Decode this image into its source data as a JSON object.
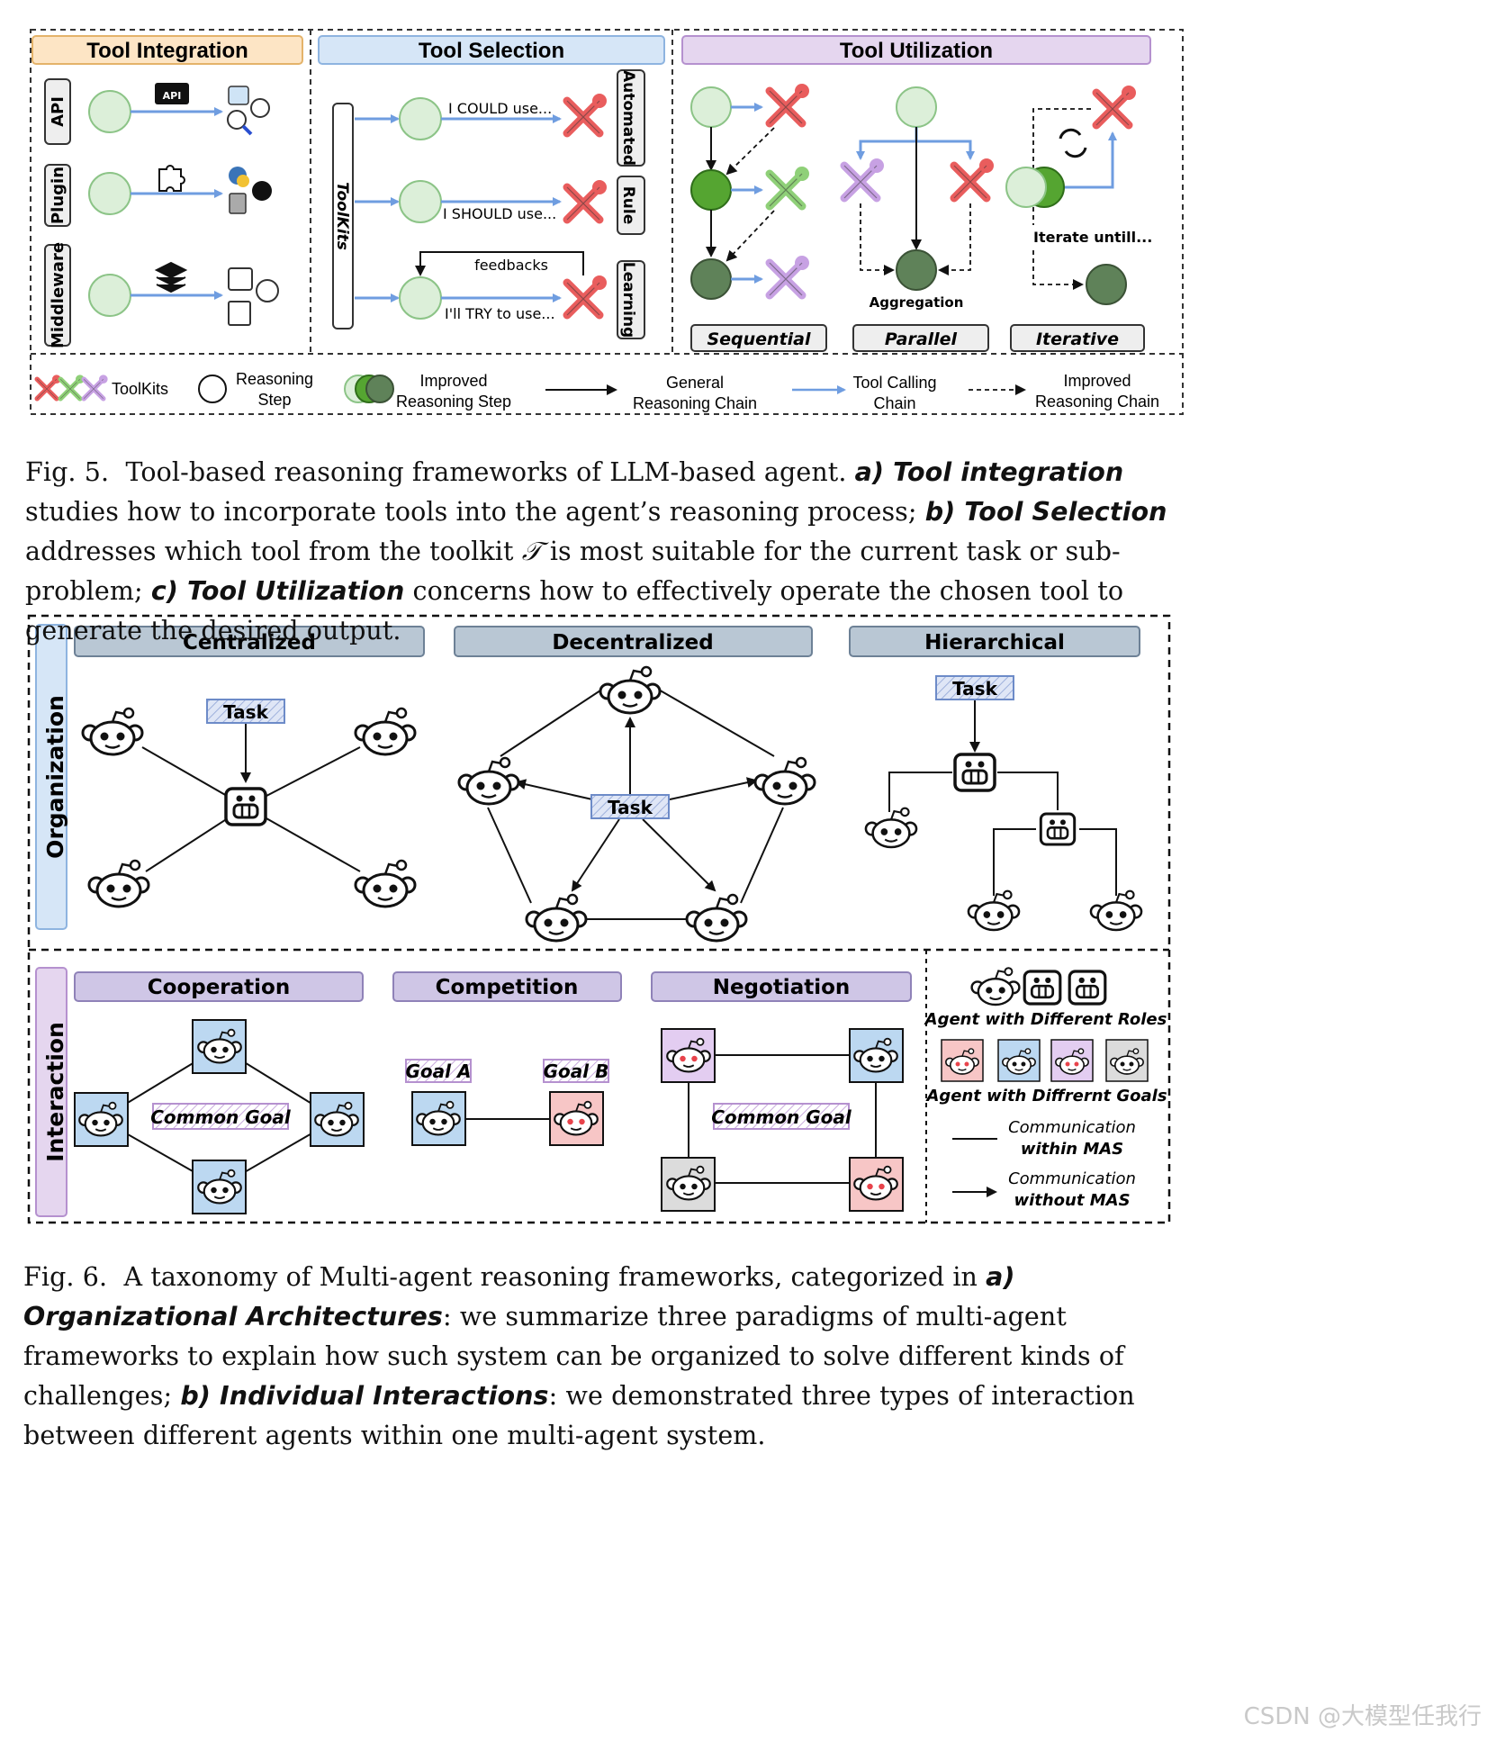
{
  "fig5": {
    "panel_titles": {
      "integration": "Tool Integration",
      "selection": "Tool Selection",
      "utilization": "Tool Utilization"
    },
    "integration_rows": [
      "API",
      "Plugin",
      "Middleware"
    ],
    "api_badge": "API",
    "toolkits_label": "ToolKits",
    "selection_texts": [
      "I COULD use...",
      "I SHOULD use...",
      "I'll TRY to use..."
    ],
    "feedbacks": "feedbacks",
    "selection_modes": [
      "Automated",
      "Rule",
      "Learning"
    ],
    "utilization_modes": [
      "Sequential",
      "Parallel",
      "Iterative"
    ],
    "aggregation": "Aggregation",
    "iterate": "Iterate untill...",
    "legend": {
      "toolkits": "ToolKits",
      "reasoning_step": [
        "Reasoning",
        "Step"
      ],
      "improved_step": [
        "Improved",
        "Reasoning Step"
      ],
      "general_chain": [
        "General",
        "Reasoning Chain"
      ],
      "tool_chain": [
        "Tool Calling",
        "Chain"
      ],
      "improved_chain": [
        "Improved",
        "Reasoning Chain"
      ]
    }
  },
  "caption5": {
    "label": "Fig. 5.",
    "intro": "Tool-based reasoning frameworks of LLM-based agent.",
    "a_tag": "a) Tool integration",
    "a_text": "studies how to incorporate tools into the agent’s reasoning process;",
    "b_tag": "b) Tool Selection",
    "b_text_1": "addresses which tool from the toolkit",
    "b_symbol": "𝒯",
    "b_text_2": "is most suitable for the current task or sub-problem;",
    "c_tag": "c) Tool Utilization",
    "c_text": "concerns how to effectively operate the chosen tool to generate the desired output."
  },
  "fig6": {
    "organization_label": "Organization",
    "interaction_label": "Interaction",
    "org_titles": [
      "Centralized",
      "Decentralized",
      "Hierarchical"
    ],
    "task": "Task",
    "int_titles": [
      "Cooperation",
      "Competition",
      "Negotiation"
    ],
    "common_goal": "Common Goal",
    "goal_a": "Goal A",
    "goal_b": "Goal B",
    "legend": {
      "roles": "Agent with Different Roles",
      "goals": "Agent with Diffrernt Goals",
      "within": [
        "Communication",
        "within MAS"
      ],
      "without": [
        "Communication",
        "without MAS"
      ]
    },
    "colors": {
      "blue": "#bcd8f1",
      "red": "#f7c6c6",
      "purple": "#e3cdf1",
      "gray": "#dcdcdc"
    }
  },
  "caption6": {
    "label": "Fig. 6.",
    "intro": "A taxonomy of Multi-agent reasoning frameworks, categorized in",
    "a_tag": "a) Organizational Architectures",
    "a_text": ": we summarize three paradigms of multi-agent frameworks to explain how such system can be organized to solve different kinds of challenges;",
    "b_tag": "b) Individual Interactions",
    "b_text": ": we demonstrated three types of interaction between different agents within one multi-agent system."
  },
  "watermark": "CSDN @大模型任我行"
}
